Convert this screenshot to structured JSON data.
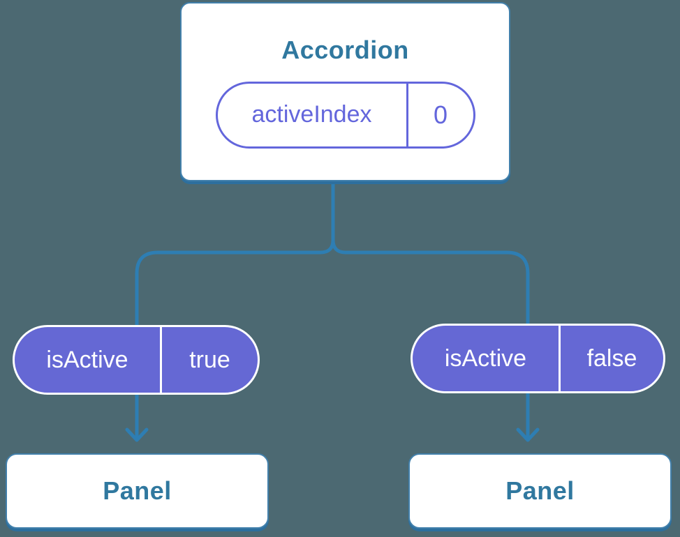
{
  "colors": {
    "background": "#4C6972",
    "connector": "#2E7EB3",
    "card_shadow": "#2D6F9E",
    "card_border": "#4280AB",
    "heading_text": "#30789F",
    "purple_fill": "#6568D4",
    "purple_outline": "#6366DC",
    "card_bg": "#FFFFFF"
  },
  "tree": {
    "root": {
      "name": "Accordion",
      "state": {
        "label": "activeIndex",
        "value": "0"
      }
    },
    "branches": [
      {
        "prop": {
          "label": "isActive",
          "value": "true"
        },
        "child": {
          "name": "Panel"
        }
      },
      {
        "prop": {
          "label": "isActive",
          "value": "false"
        },
        "child": {
          "name": "Panel"
        }
      }
    ]
  }
}
